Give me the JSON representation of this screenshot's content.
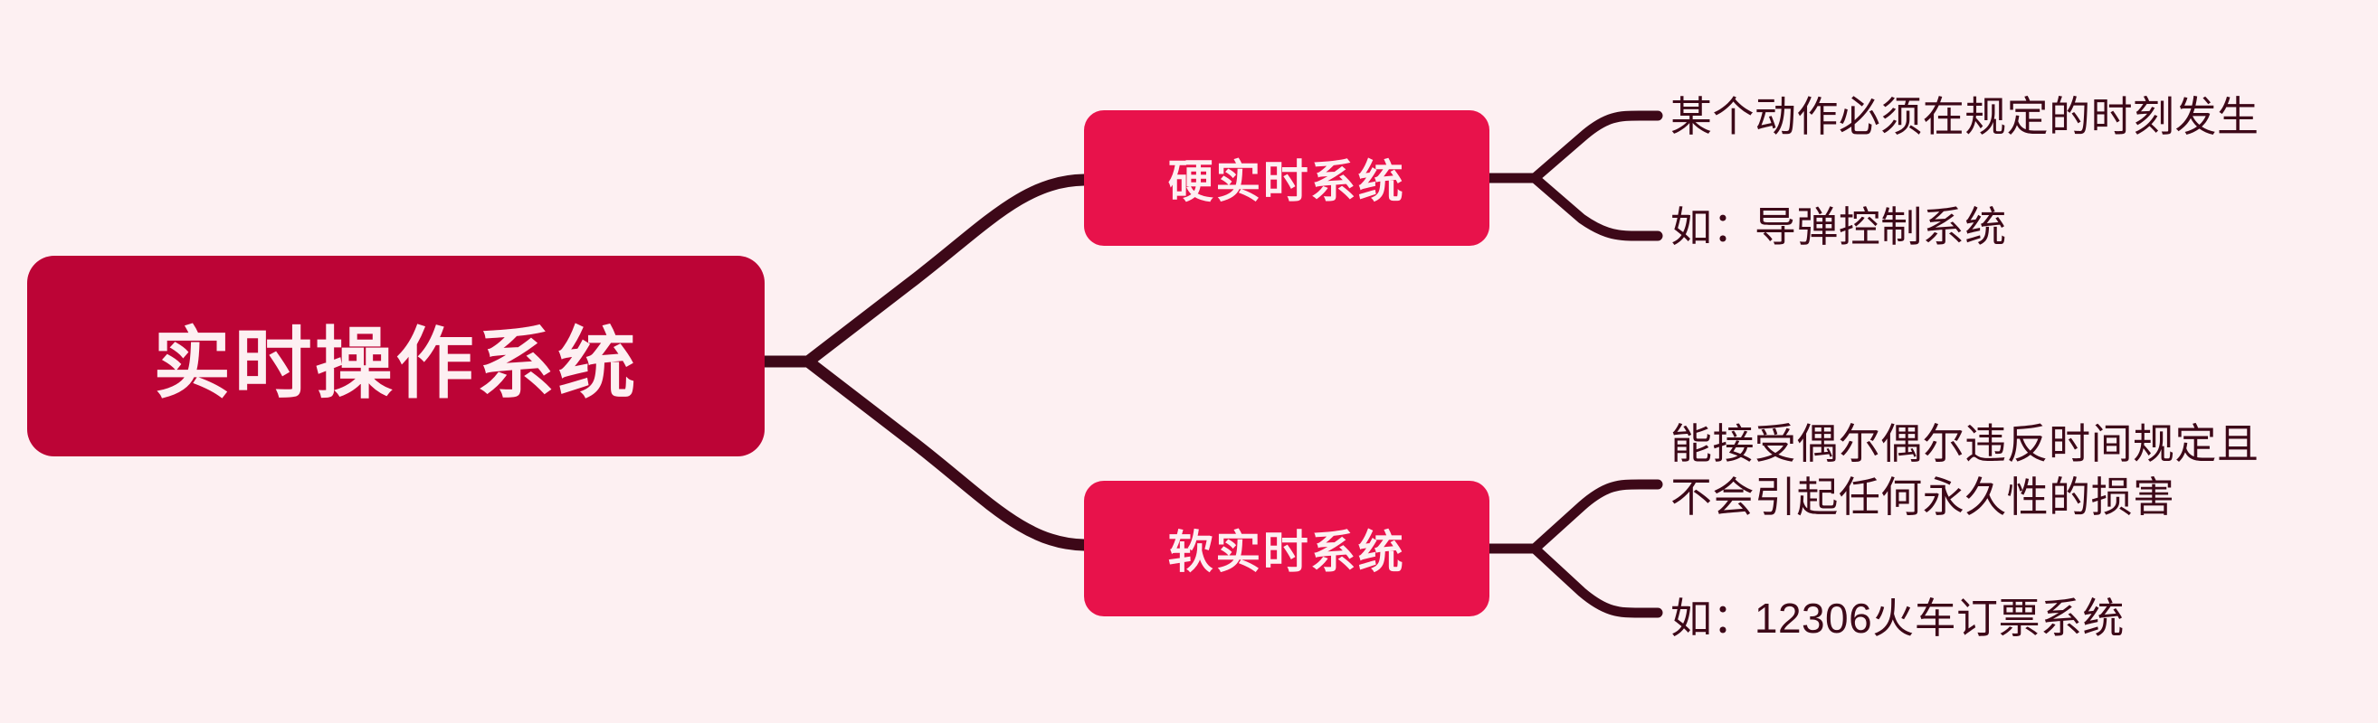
{
  "diagram": {
    "type": "mind-map",
    "title": "实时操作系统",
    "background_color": "#fdf0f2",
    "root_color": "#bc0436",
    "branch_color": "#e8124b",
    "connector_color": "#3d0818",
    "text_color": "#3d0818",
    "node_text_color": "#fdf0f2"
  },
  "root": {
    "label": "实时操作系统"
  },
  "branches": [
    {
      "id": "hard-rt",
      "label": "硬实时系统",
      "leaves": [
        {
          "id": "hard-1",
          "text": "某个动作必须在规定的时刻发生"
        },
        {
          "id": "hard-2",
          "text": "如：导弹控制系统"
        }
      ]
    },
    {
      "id": "soft-rt",
      "label": "软实时系统",
      "leaves": [
        {
          "id": "soft-1",
          "text": "能接受偶尔偶尔违反时间规定且\n不会引起任何永久性的损害"
        },
        {
          "id": "soft-2",
          "text": "如：12306火车订票系统"
        }
      ]
    }
  ]
}
